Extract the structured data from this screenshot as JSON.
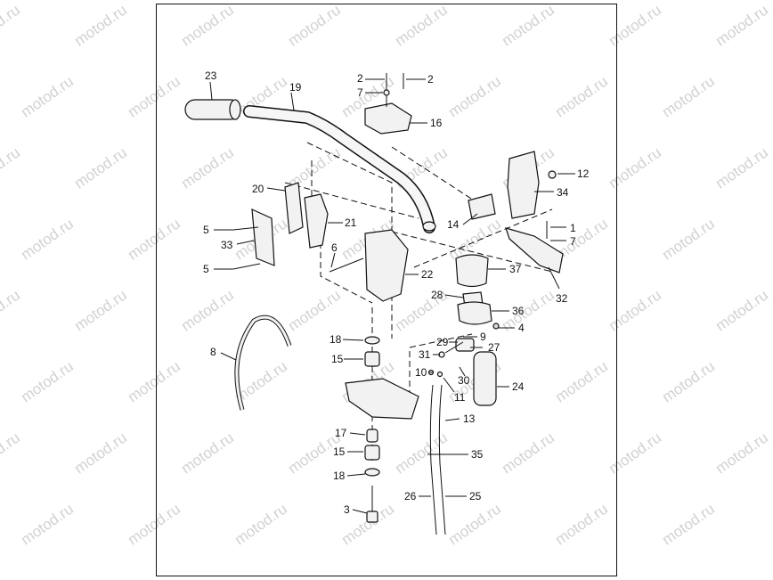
{
  "watermark_text": "motod.ru",
  "callouts": [
    "23",
    "19",
    "2",
    "2",
    "7",
    "16",
    "12",
    "34",
    "20",
    "21",
    "14",
    "1",
    "7",
    "5",
    "33",
    "6",
    "22",
    "37",
    "32",
    "5",
    "28",
    "36",
    "4",
    "8",
    "18",
    "9",
    "29",
    "27",
    "15",
    "31",
    "30",
    "10",
    "11",
    "24",
    "13",
    "17",
    "15",
    "35",
    "18",
    "26",
    "25",
    "3"
  ],
  "colors": {
    "line": "#111111",
    "watermark": "#9a9a9a",
    "background": "#ffffff"
  }
}
